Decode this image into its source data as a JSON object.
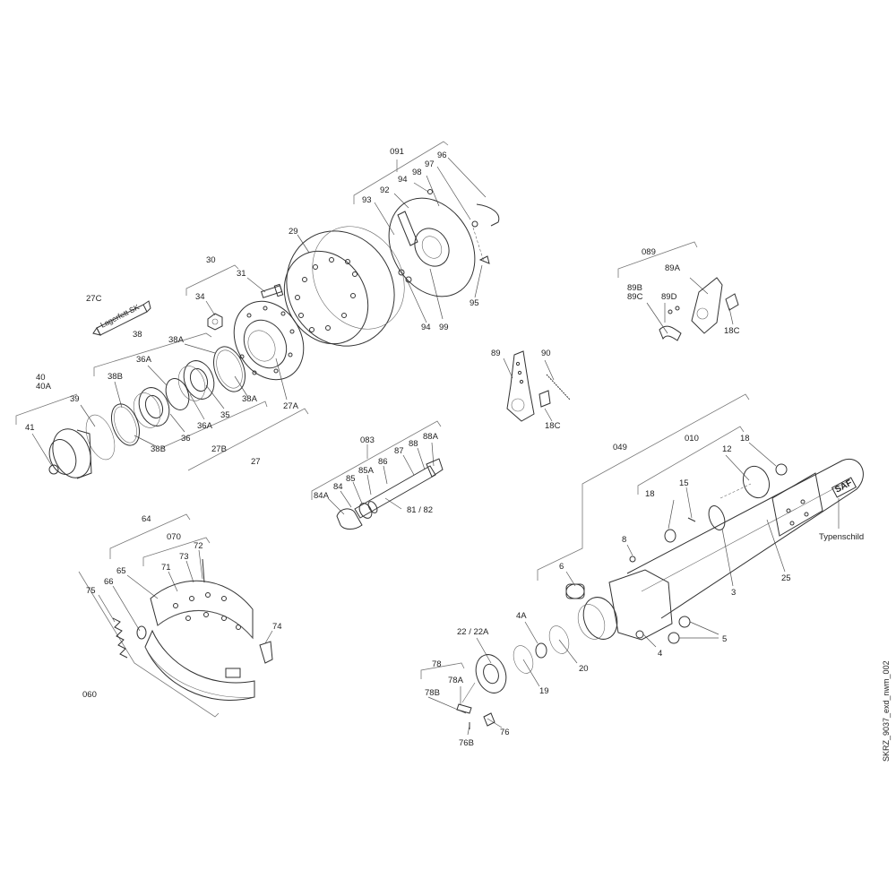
{
  "drawing_ref": "SKRZ_9037_exd_nwm_002",
  "labels": {
    "l091": "091",
    "l96": "96",
    "l97": "97",
    "l98": "98",
    "l94a": "94",
    "l92": "92",
    "l93": "93",
    "l29": "29",
    "l30": "30",
    "l31": "31",
    "l34": "34",
    "l27C": "27C",
    "l27C_tube": "Lagerfett SK",
    "l38": "38",
    "l38A_top": "38A",
    "l36A_top": "36A",
    "l38B_top": "38B",
    "l40": "40",
    "l40A": "40A",
    "l39": "39",
    "l41": "41",
    "l36": "36",
    "l36A": "36A",
    "l35": "35",
    "l38A": "38A",
    "l38B": "38B",
    "l27B": "27B",
    "l27A": "27A",
    "l27": "27",
    "l94b": "94",
    "l99": "99",
    "l95": "95",
    "l089": "089",
    "l89A": "89A",
    "l89B": "89B",
    "l89C": "89C",
    "l89D": "89D",
    "l18C_a": "18C",
    "l89": "89",
    "l90": "90",
    "l18C_b": "18C",
    "l083": "083",
    "l88A": "88A",
    "l88": "88",
    "l87": "87",
    "l86": "86",
    "l85A": "85A",
    "l85": "85",
    "l84": "84",
    "l84A": "84A",
    "l8182": "81 / 82",
    "l049": "049",
    "l010": "010",
    "l18a": "18",
    "l12": "12",
    "l18b": "18",
    "l15": "15",
    "lSAF": "SAF",
    "lTypenschild": "Typenschild",
    "l25": "25",
    "l3": "3",
    "l8": "8",
    "l6": "6",
    "l4A": "4A",
    "l4": "4",
    "l5": "5",
    "l20": "20",
    "l2222A": "22 / 22A",
    "l19": "19",
    "l78": "78",
    "l78A": "78A",
    "l78B": "78B",
    "l76": "76",
    "l76B": "76B",
    "l64": "64",
    "l070": "070",
    "l72": "72",
    "l73": "73",
    "l71": "71",
    "l65": "65",
    "l66": "66",
    "l75": "75",
    "l74": "74",
    "l060": "060"
  }
}
